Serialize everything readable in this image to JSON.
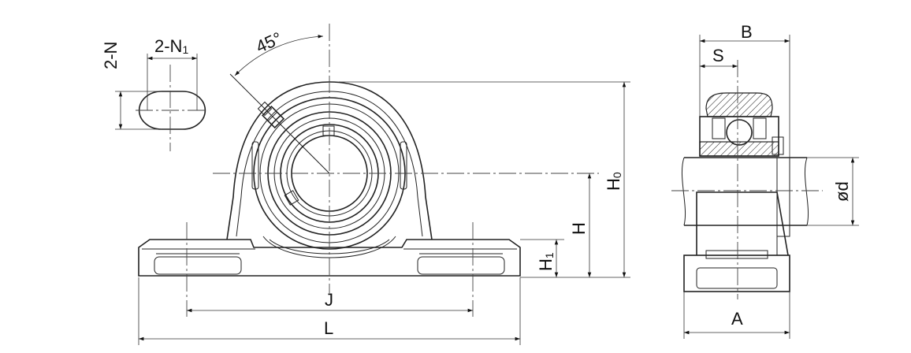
{
  "labels": {
    "slot_count": "2-N",
    "slot_width_base": "2-N",
    "slot_width_sub": "1",
    "angle": "45°",
    "J": "J",
    "L": "L",
    "H": "H",
    "H1_base": "H",
    "H1_sub": "1",
    "H0_base": "H",
    "H0_sub": "0",
    "B": "B",
    "S": "S",
    "A": "A",
    "d": "ød"
  }
}
